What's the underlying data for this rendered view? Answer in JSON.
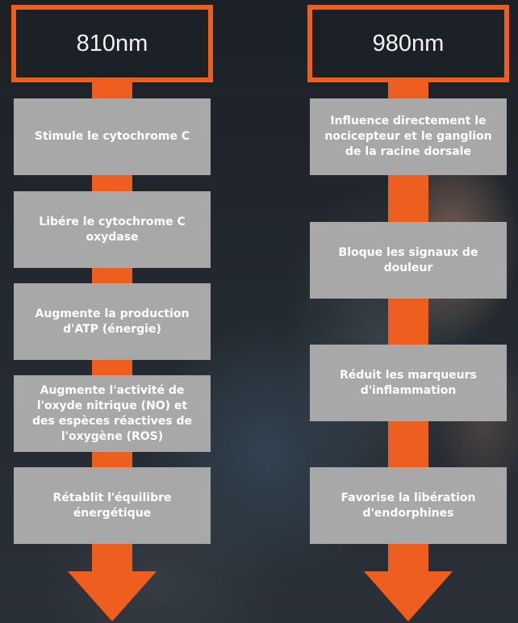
{
  "columns": [
    {
      "header": "810nm",
      "steps": [
        "Stimule le cytochrome C",
        "Libére le cytochrome C oxydase",
        "Augmente la production d'ATP (énergie)",
        "Augmente l'activité de l'oxyde nitrique (NO) et des espèces réactives de l'oxygène (ROS)",
        "Rétablit l'équilibre énergétique"
      ]
    },
    {
      "header": "980nm",
      "steps": [
        "Influence directement le nocicepteur et le ganglion de la racine dorsale",
        "Bloque les signaux de douleur",
        "Réduit les marqueurs d'inflammation",
        "Favorise la libération d'endorphines"
      ]
    }
  ],
  "colors": {
    "accent": "#ee5f1f",
    "box": "#a8a8a9",
    "background": "#1f252b",
    "text": "#ffffff"
  }
}
